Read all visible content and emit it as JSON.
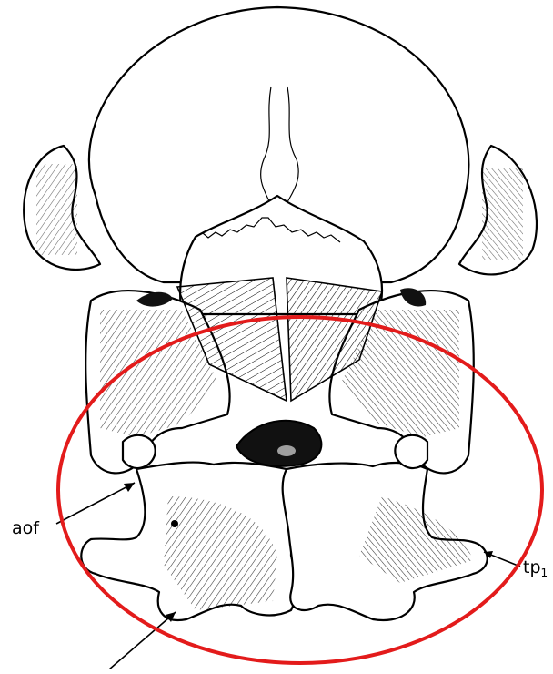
{
  "figure": {
    "labels": {
      "aof": "aof",
      "tp1": "tp",
      "tp1_subscript": "1"
    },
    "highlight_color": "#e31b1b",
    "ink_color": "#000000"
  }
}
